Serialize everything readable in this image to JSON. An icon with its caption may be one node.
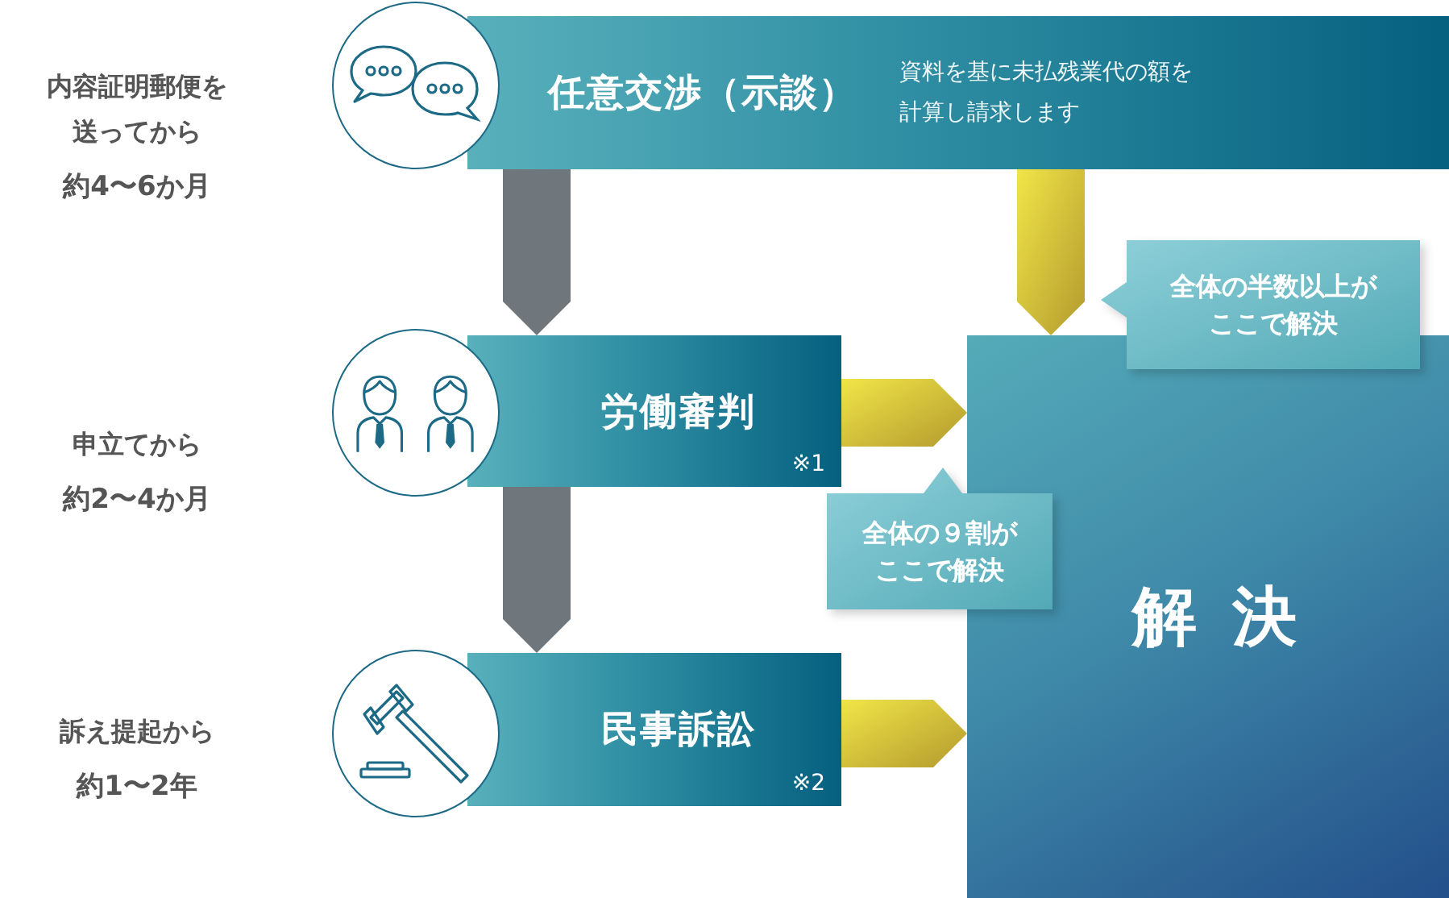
{
  "diagram": {
    "nodes": [
      {
        "text": [
          "任意交渉（示談）",
          "資料を基に未払残業代の額を計算し請求します"
        ],
        "beside": [
          "内容証明郵便を送ってから",
          "約4〜6か月"
        ]
      },
      {
        "text": [
          "労働審判",
          "※1"
        ],
        "beside": [
          "申立てから",
          "約2〜4か月"
        ]
      },
      {
        "text": [
          "民事訴訟",
          "※2"
        ],
        "beside": [
          "訴え提起から",
          "約1〜2年"
        ]
      },
      {
        "text": [
          "解決"
        ]
      },
      {
        "text": [
          "全体の半数以上がここで解決"
        ]
      },
      {
        "text": [
          "全体の９割がここで解決"
        ]
      }
    ],
    "edges": [
      {
        "from": 0,
        "to": 1,
        "arrow": "to",
        "style": "thick",
        "color": "#6f777c"
      },
      {
        "from": 1,
        "to": 2,
        "arrow": "to",
        "style": "thick",
        "color": "#6f777c"
      },
      {
        "from": 0,
        "to": 3,
        "arrow": "to",
        "style": "thick"
      },
      {
        "from": 1,
        "to": 3,
        "arrow": "to",
        "style": "thick"
      },
      {
        "from": 2,
        "to": 3,
        "arrow": "to",
        "style": "thick"
      }
    ]
  }
}
